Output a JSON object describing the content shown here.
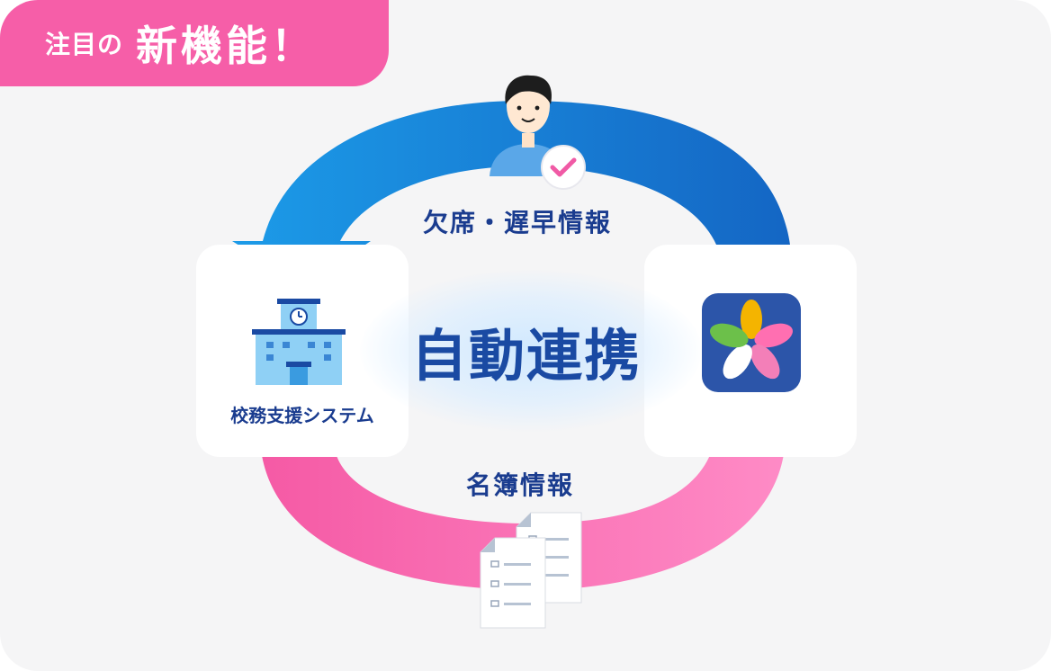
{
  "badge": {
    "prefix": "注目の",
    "main": "新機能！"
  },
  "diagram": {
    "center_label": "自動連携",
    "top_flow_label": "欠席・遅早情報",
    "bottom_flow_label": "名簿情報",
    "left_node_label": "校務支援システム"
  },
  "colors": {
    "badge_pink": "#f65ea8",
    "arrow_blue_start": "#1c9be8",
    "arrow_blue_end": "#1466c4",
    "arrow_pink_start": "#f55aa5",
    "arrow_pink_end": "#ff8ec8",
    "text_navy": "#1a3c8f",
    "app_icon_bg": "#2c55a9"
  }
}
